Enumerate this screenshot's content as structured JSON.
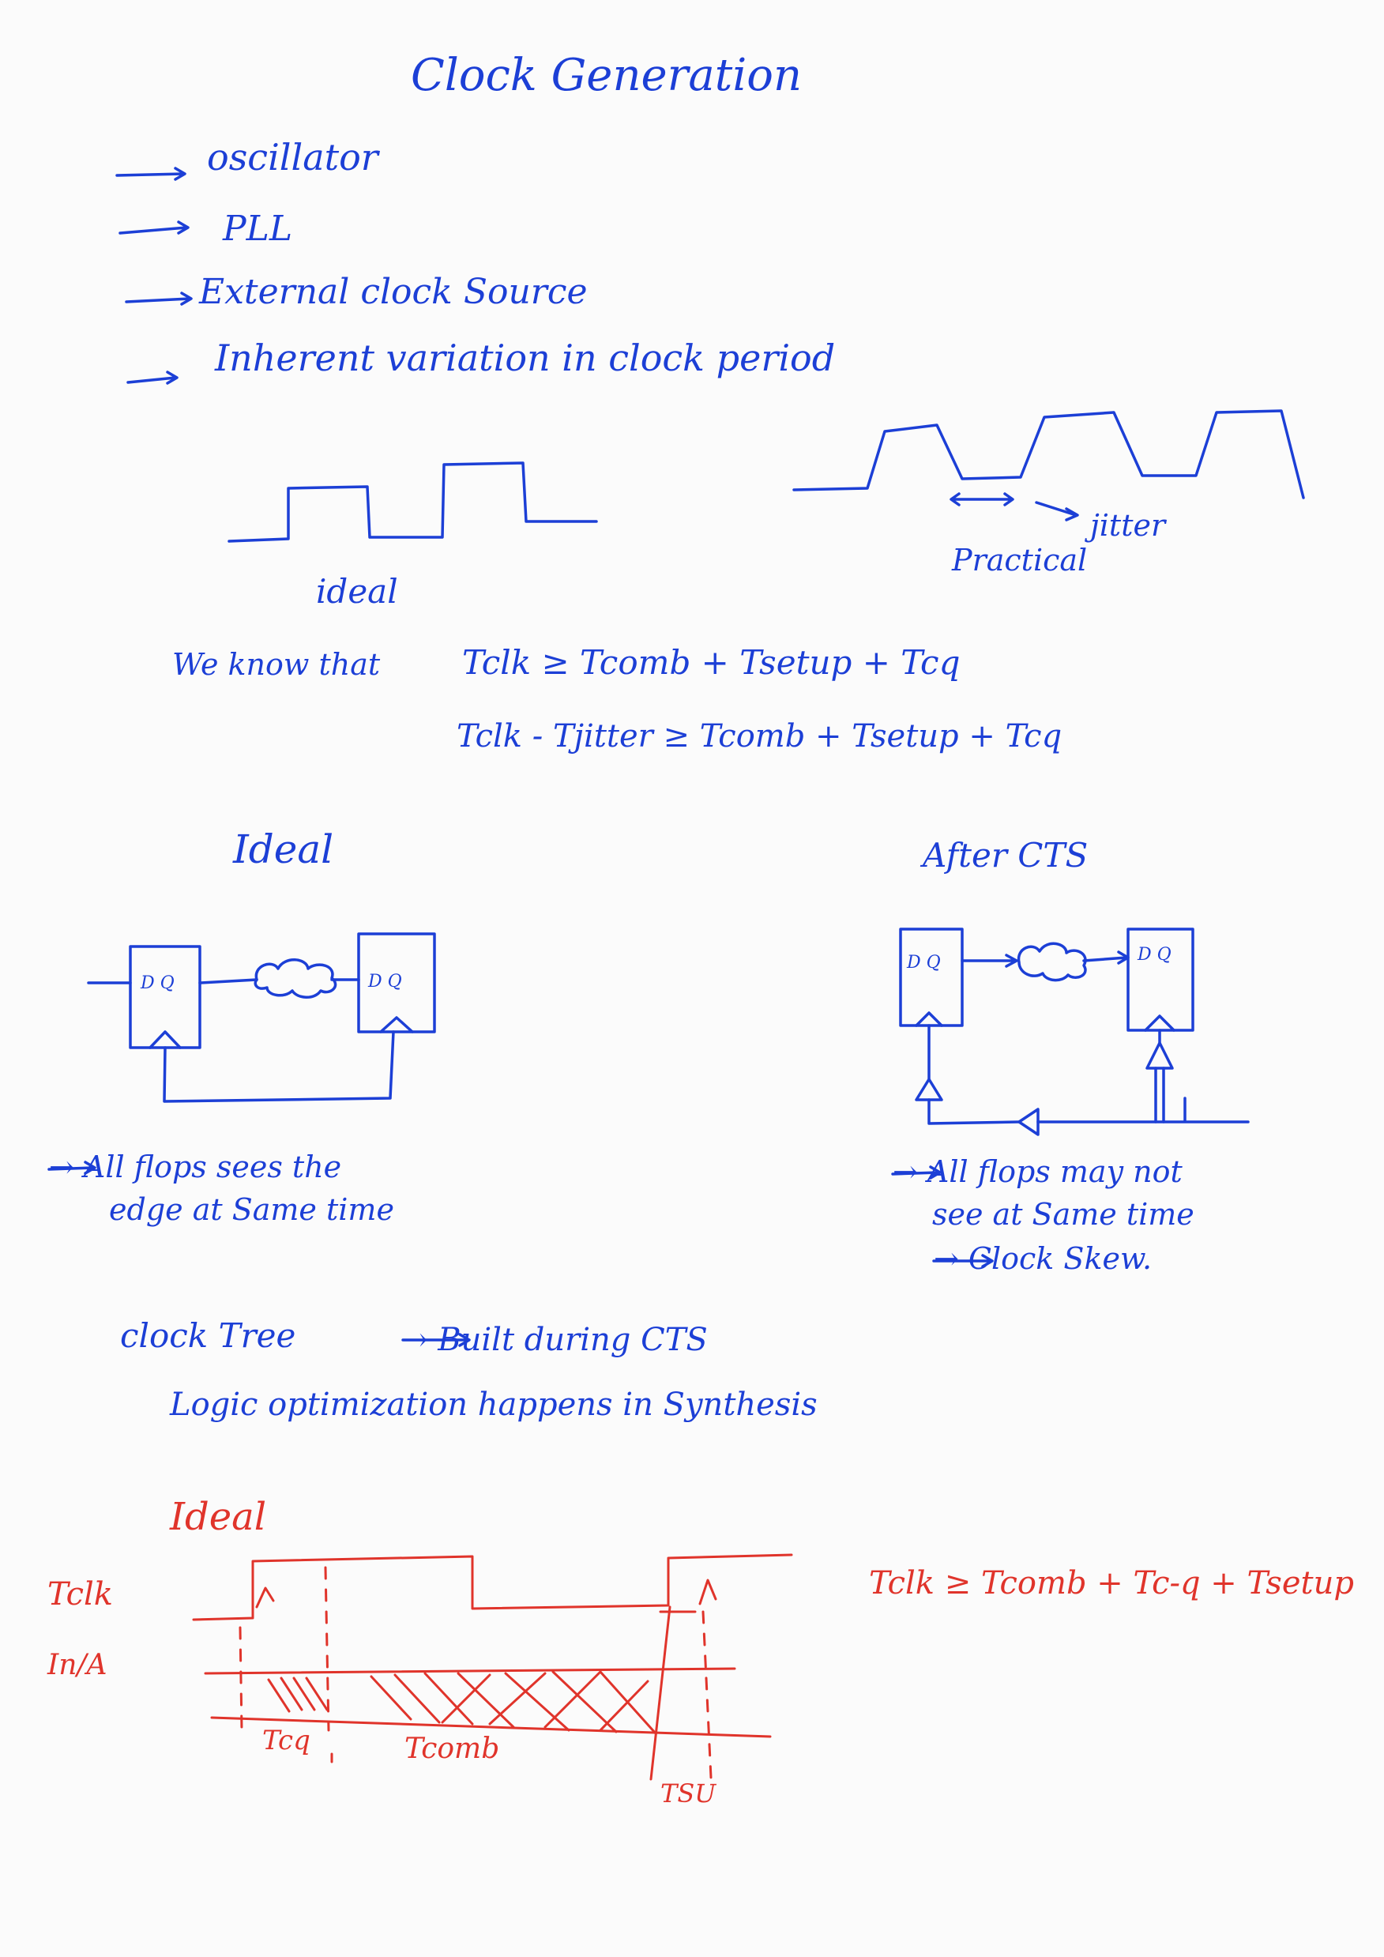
{
  "title": "Clock Generation",
  "sources": {
    "items": [
      "oscillator",
      "PLL",
      "External clock Source",
      "Inherent variation in clock period"
    ]
  },
  "waveforms": {
    "ideal_label": "ideal",
    "practical_label": "Practical",
    "jitter_label": "jitter"
  },
  "equations": {
    "we_know": "We know that",
    "eq1": "Tclk ≥ Tcomb + Tsetup + Tcq",
    "eq2": "Tclk - Tjitter ≥ Tcomb + Tsetup + Tcq"
  },
  "ideal_section": {
    "heading": "Ideal",
    "ff1": "D Q",
    "ff2": "D Q",
    "note_line1": "→ All flops sees the",
    "note_line2": "edge at Same time"
  },
  "cts_section": {
    "heading": "After CTS",
    "ff1": "D Q",
    "ff2": "D Q",
    "note_line1": "→ All flops may not",
    "note_line2": "see at Same time",
    "note_line3": "→ Clock Skew."
  },
  "clock_tree": {
    "line1_a": "clock Tree",
    "line1_b": "→ Built during CTS",
    "line2": "Logic optimization happens in Synthesis"
  },
  "timing": {
    "heading": "Ideal",
    "row1": "Tclk",
    "row2": "In/A",
    "tcq": "Tcq",
    "tcomb": "Tcomb",
    "tsu": "TSU",
    "equation": "Tclk ≥ Tcomb + Tc-q + Tsetup"
  },
  "colors": {
    "ink_blue": "#1c3fd6",
    "ink_red": "#e0342b",
    "paper": "#fbfbfb"
  }
}
